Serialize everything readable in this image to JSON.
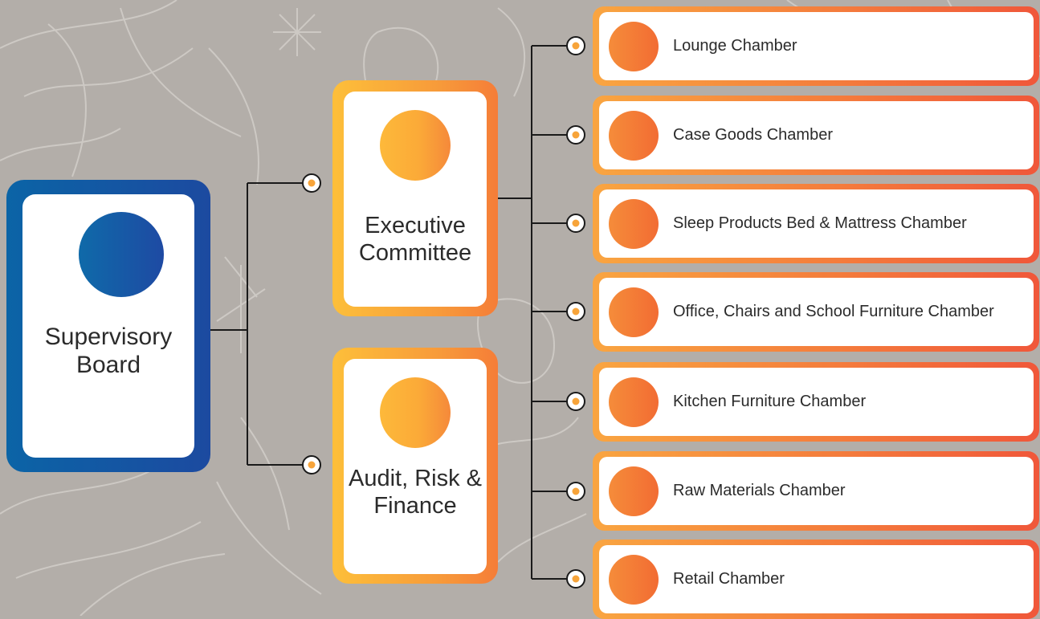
{
  "supervisory_board": {
    "title": "Supervisory Board"
  },
  "committees": [
    {
      "title": "Executive Committee"
    },
    {
      "title": "Audit, Risk & Finance"
    }
  ],
  "chambers": [
    {
      "title": "Lounge Chamber"
    },
    {
      "title": "Case Goods Chamber"
    },
    {
      "title": "Sleep Products Bed & Mattress Chamber"
    },
    {
      "title": "Office, Chairs and School Furniture Chamber"
    },
    {
      "title": "Kitchen Furniture Chamber"
    },
    {
      "title": "Raw Materials Chamber"
    },
    {
      "title": "Retail Chamber"
    }
  ],
  "colors": {
    "background": "#b3aea9",
    "board_blue": "#0b64a6",
    "committee_orange": "#fdbf3a",
    "chamber_orange": "#f47c3c",
    "connector": "#1a1a1a",
    "node_dot": "#f7a43a"
  }
}
